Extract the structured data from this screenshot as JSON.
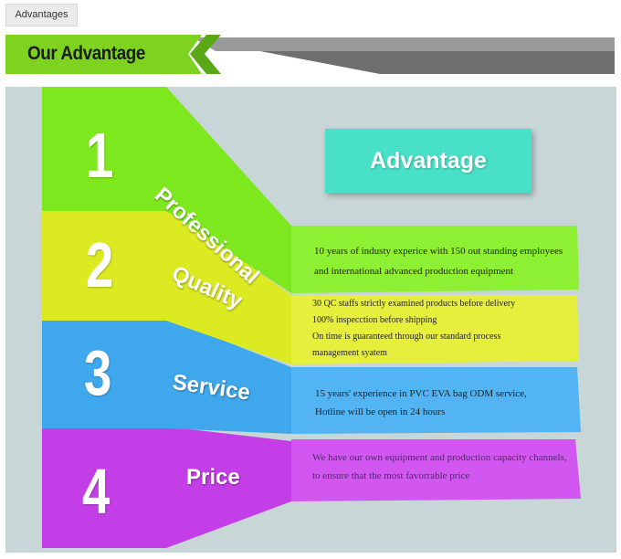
{
  "tab": {
    "label": "Advantages"
  },
  "banner": {
    "title": "Our Advantage"
  },
  "advantage_box": {
    "label": "Advantage"
  },
  "steps": [
    {
      "number": "1",
      "word": "Professional",
      "color": "#7ee81e",
      "lines": [
        "10 years of industy experice with 150 out standing employees",
        "and international advanced production equipment"
      ]
    },
    {
      "number": "2",
      "word": "Quality",
      "color": "#dcea22",
      "lines": [
        "30 QC staffs strictly examined products before delivery",
        "100% inspecction before shipping",
        "On time is guaranteed through our standard process",
        "management syatem"
      ]
    },
    {
      "number": "3",
      "word": "Service",
      "color": "#3fa7ec",
      "lines": [
        "15 years' experience in PVC EVA bag ODM service,",
        "Hotline will be open in 24 hours"
      ]
    },
    {
      "number": "4",
      "word": "Price",
      "color": "#c43ee8",
      "lines": [
        "We have our own equipment and production capacity channels,",
        "to ensure that the most favorrable price"
      ]
    }
  ]
}
